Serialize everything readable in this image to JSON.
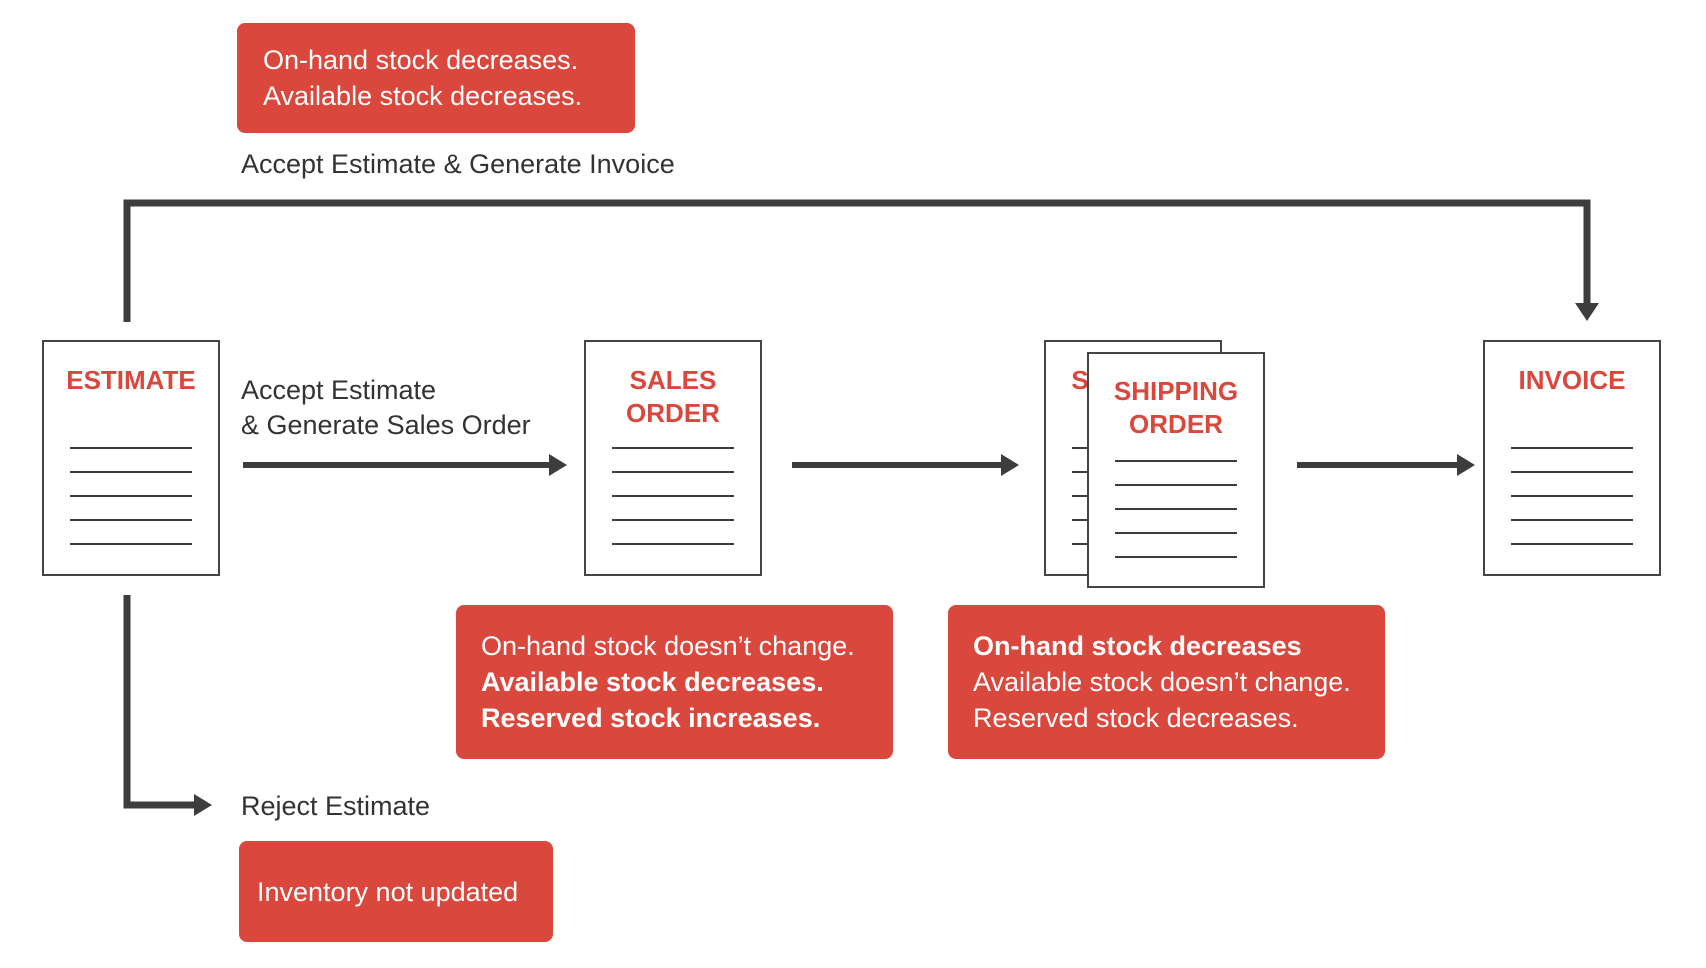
{
  "colors": {
    "accent": "#d9473d",
    "line": "#3d3d3d",
    "text": "#333333",
    "doc_border": "#444444"
  },
  "documents": {
    "estimate": "ESTIMATE",
    "sales_order": [
      "SALES",
      "ORDER"
    ],
    "shipping_order_back": "S",
    "shipping_order": [
      "SHIPPING",
      "ORDER"
    ],
    "invoice": "INVOICE"
  },
  "flows": {
    "invoice_path": "Accept Estimate & Generate Invoice",
    "sales_order_path": [
      "Accept Estimate",
      "& Generate Sales Order"
    ],
    "reject_path": "Reject Estimate"
  },
  "callouts": {
    "invoice": [
      "On-hand stock decreases.",
      "Available stock decreases."
    ],
    "sales_order": [
      "On-hand stock doesn’t change.",
      "Available stock decreases.",
      "Reserved stock increases."
    ],
    "shipping_order": [
      "On-hand stock decreases",
      "Available stock doesn’t change.",
      "Reserved stock decreases."
    ],
    "reject": "Inventory not updated"
  }
}
